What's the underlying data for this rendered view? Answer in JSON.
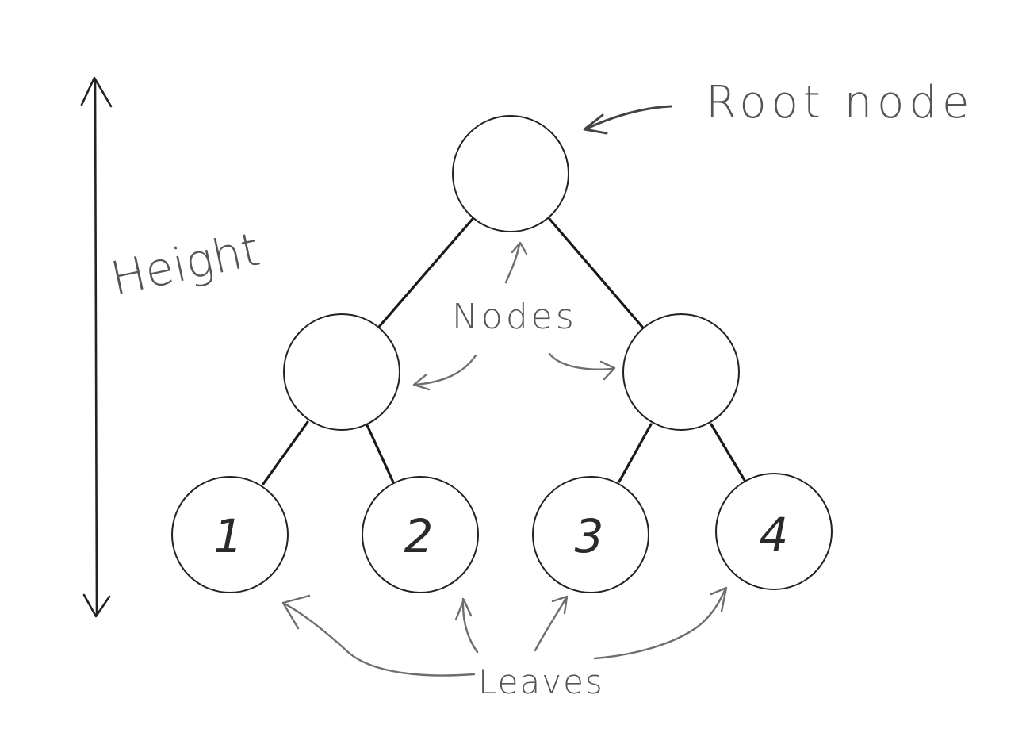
{
  "labels": {
    "root": "Root node",
    "nodes": "Nodes",
    "leaves": "Leaves",
    "height": "Height"
  },
  "leaves": [
    "1",
    "2",
    "3",
    "4"
  ]
}
